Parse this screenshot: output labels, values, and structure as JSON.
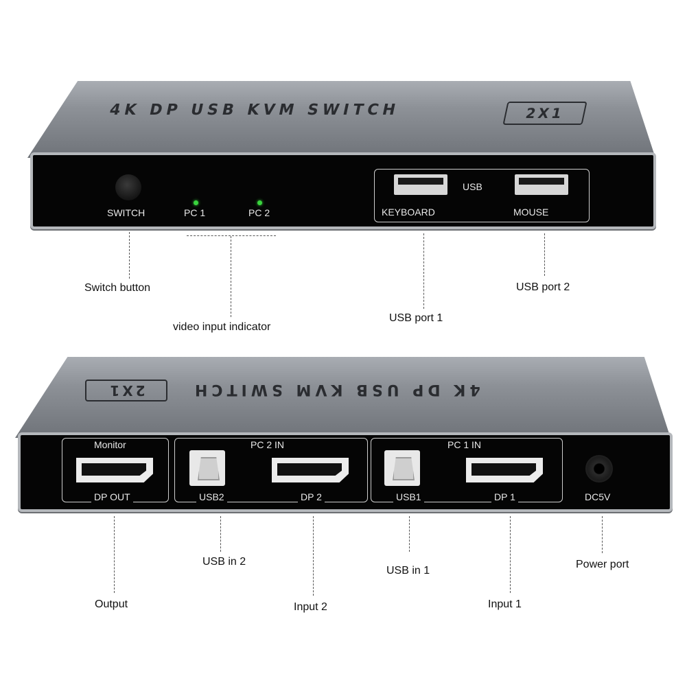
{
  "front": {
    "title": "4K DP USB KVM SWITCH",
    "badge": "2X1",
    "labels": {
      "switch": "SWITCH",
      "pc1": "PC 1",
      "pc2": "PC 2",
      "usb": "USB",
      "keyboard": "KEYBOARD",
      "mouse": "MOUSE"
    }
  },
  "rear": {
    "title": "4K DP USB KVM SWITCH",
    "badge": "2X1",
    "labels": {
      "monitor": "Monitor",
      "dp_out": "DP OUT",
      "pc2_in": "PC 2 IN",
      "usb2": "USB2",
      "dp2": "DP 2",
      "pc1_in": "PC 1 IN",
      "usb1": "USB1",
      "dp1": "DP 1",
      "dc5v": "DC5V"
    }
  },
  "callouts": {
    "switch_button": "Switch button",
    "video_input_indicator": "video input indicator",
    "usb_port_1": "USB port 1",
    "usb_port_2": "USB port 2",
    "output": "Output",
    "usb_in_2": "USB in 2",
    "input_2": "Input 2",
    "usb_in_1": "USB in 1",
    "input_1": "Input 1",
    "power_port": "Power port"
  },
  "colors": {
    "led": "#39d43d",
    "panel": "#050505",
    "shell": "#8d9197"
  }
}
